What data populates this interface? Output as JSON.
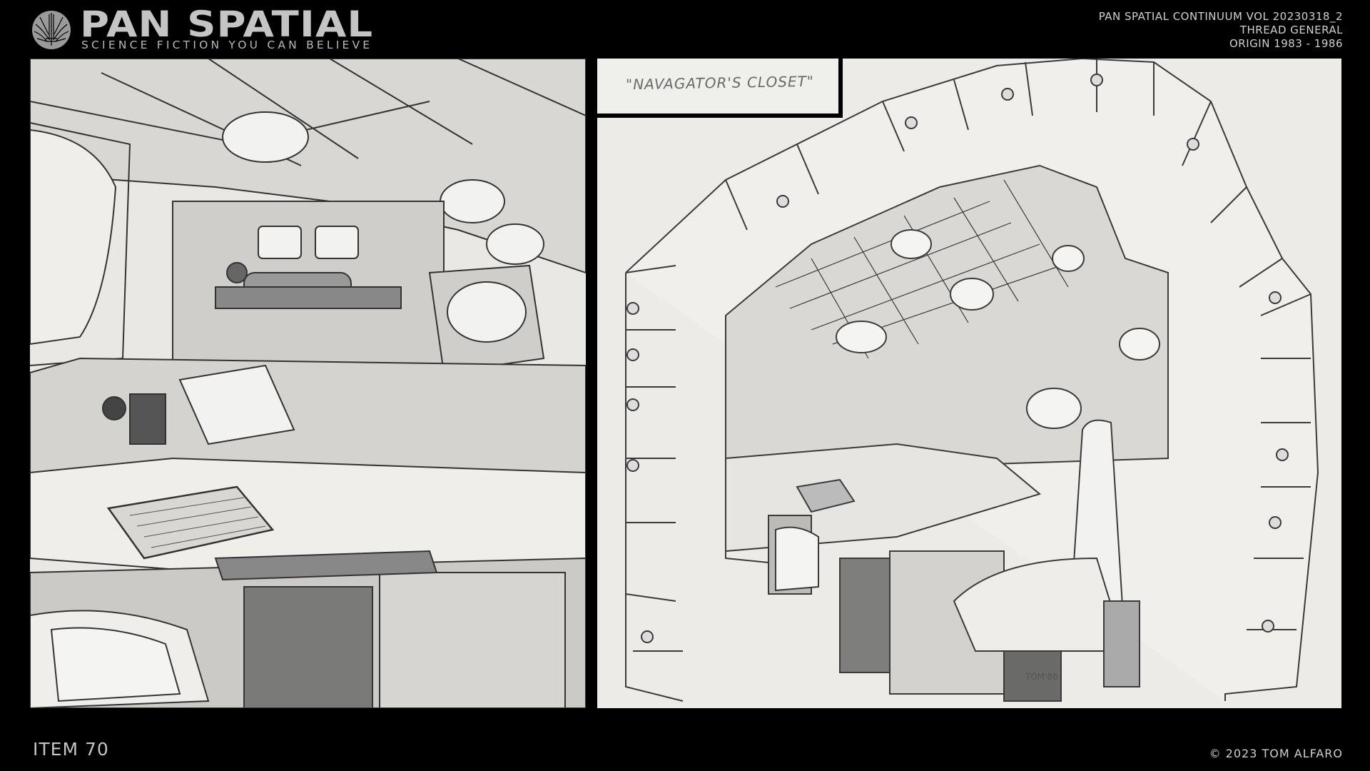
{
  "header": {
    "brand_title": "PAN SPATIAL",
    "brand_tagline": "SCIENCE FICTION YOU CAN BELIEVE",
    "logo_icon": "winged-sword-emblem-icon",
    "meta_lines": [
      "PAN SPATIAL CONTINUUM VOL 20230318_2",
      "THREAD GENERAL",
      "ORIGIN 1983 - 1986"
    ]
  },
  "panels": {
    "left": {
      "description": "Pencil sketch close-up of spaceship console with monitors and keyboard"
    },
    "right": {
      "caption": "\"NAVAGATOR'S CLOSET\"",
      "signature": "TOM'86",
      "description": "Pencil sketch of spaceship navigator cabin interior with padded walls, consoles and chair"
    }
  },
  "footer": {
    "item_label": "ITEM 70",
    "copyright": "© 2023  TOM ALFARO"
  },
  "colors": {
    "background": "#000000",
    "text": "#c8c8c8",
    "paper": "#ecebe8",
    "pencil": "#3a3a3a"
  }
}
